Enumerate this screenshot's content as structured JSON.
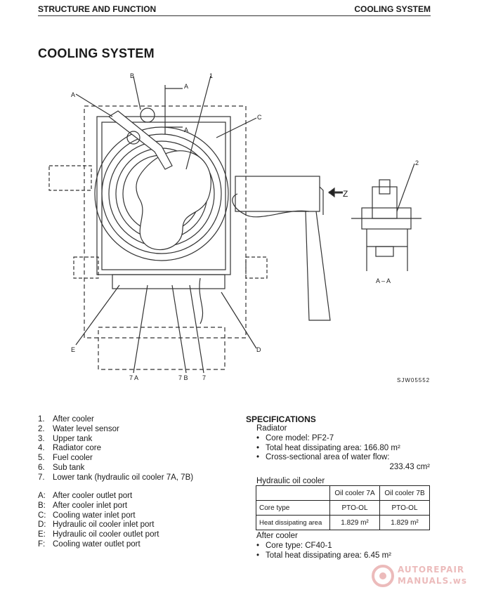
{
  "header": {
    "left": "STRUCTURE AND FUNCTION",
    "right": "COOLING SYSTEM"
  },
  "title": "COOLING SYSTEM",
  "diagram": {
    "callouts": {
      "A": "A",
      "B": "B",
      "C": "C",
      "D": "D",
      "E": "E",
      "one": "1",
      "two": "2",
      "seven_a": "7 A",
      "seven_b": "7 B",
      "seven": "7",
      "section_a_top": "A",
      "section_a_mid": "A",
      "z": "Z",
      "section_aa": "A – A"
    },
    "drawing_code": "SJW05552"
  },
  "parts": [
    {
      "num": "1.",
      "text": "After cooler"
    },
    {
      "num": "2.",
      "text": "Water level sensor"
    },
    {
      "num": "3.",
      "text": "Upper tank"
    },
    {
      "num": "4.",
      "text": "Radiator core"
    },
    {
      "num": "5.",
      "text": "Fuel cooler"
    },
    {
      "num": "6.",
      "text": "Sub tank"
    },
    {
      "num": "7.",
      "text": "Lower tank (hydraulic oil cooler 7A, 7B)"
    }
  ],
  "ports": [
    {
      "num": "A:",
      "text": "After cooler outlet port"
    },
    {
      "num": "B:",
      "text": "After cooler inlet port"
    },
    {
      "num": "C:",
      "text": "Cooling water inlet port"
    },
    {
      "num": "D:",
      "text": "Hydraulic oil cooler inlet port"
    },
    {
      "num": "E:",
      "text": "Hydraulic oil cooler outlet port"
    },
    {
      "num": "F:",
      "text": "Cooling water outlet port"
    }
  ],
  "specifications": {
    "title": "SPECIFICATIONS",
    "radiator": {
      "label": "Radiator",
      "core_model": "Core model:  PF2-7",
      "heat_area": "Total heat dissipating area: 166.80 m²",
      "cross_section_label": "Cross-sectional area of water flow:",
      "cross_section_value": "233.43 cm²"
    },
    "hydraulic": {
      "label": "Hydraulic oil cooler",
      "col_7a": "Oil cooler 7A",
      "col_7b": "Oil cooler 7B",
      "row1_label": "Core type",
      "row1_7a": "PTO-OL",
      "row1_7b": "PTO-OL",
      "row2_label": "Heat dissipating area",
      "row2_7a": "1.829 m²",
      "row2_7b": "1.829 m²"
    },
    "after_cooler": {
      "label": "After cooler",
      "core_type": "Core type:  CF40-1",
      "heat_area": "Total heat dissipating area:  6.45 m²"
    }
  },
  "bullet_char": "•",
  "watermark": {
    "line1": "AUTOREPAIR",
    "line2": "MANUALS.ws"
  }
}
